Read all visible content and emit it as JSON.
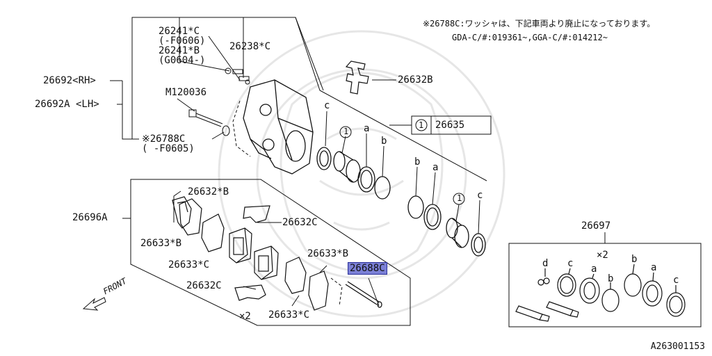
{
  "diagram": {
    "note_line1": "※26788C:ワッシャは、下記車両より廃止になっております。",
    "note_line2": "GDA-C/#:019361~,GGA-C/#:014212~",
    "labels": {
      "p26241c": "26241*C",
      "p26241c_range": "(-F0606)",
      "p26241b": "26241*B",
      "p26241b_range": "(G0604-)",
      "p26238c": "26238*C",
      "p26692rh": "26692<RH>",
      "p26692alh": "26692A <LH>",
      "m120036": "M120036",
      "p26788c": "※26788C",
      "p26788c_range": "(   -F0605)",
      "p26632b": "26632B",
      "p26635": "26635",
      "ref1_legend": "1",
      "p26696a": "26696A",
      "p26632b_star": "26632*B",
      "p26632c_upper": "26632C",
      "p26633b_left": "26633*B",
      "p26633c_left": "26633*C",
      "p26633b_right": "26633*B",
      "p26688c": "26688C",
      "p26632c_lower": "26632C",
      "x2_kit": "×2",
      "p26633c_right": "26633*C",
      "front": "FRONT",
      "p26697": "26697",
      "x2_box": "×2",
      "letter_c1": "c",
      "ref1_a": "1",
      "letter_a1": "a",
      "letter_b1": "b",
      "letter_b2": "b",
      "letter_a2": "a",
      "ref1_b": "1",
      "letter_c2": "c",
      "bx_d": "d",
      "bx_c1": "c",
      "bx_a1": "a",
      "bx_b1": "b",
      "bx_b2": "b",
      "bx_a2": "a",
      "bx_c2": "c"
    },
    "code": "A263001153"
  }
}
